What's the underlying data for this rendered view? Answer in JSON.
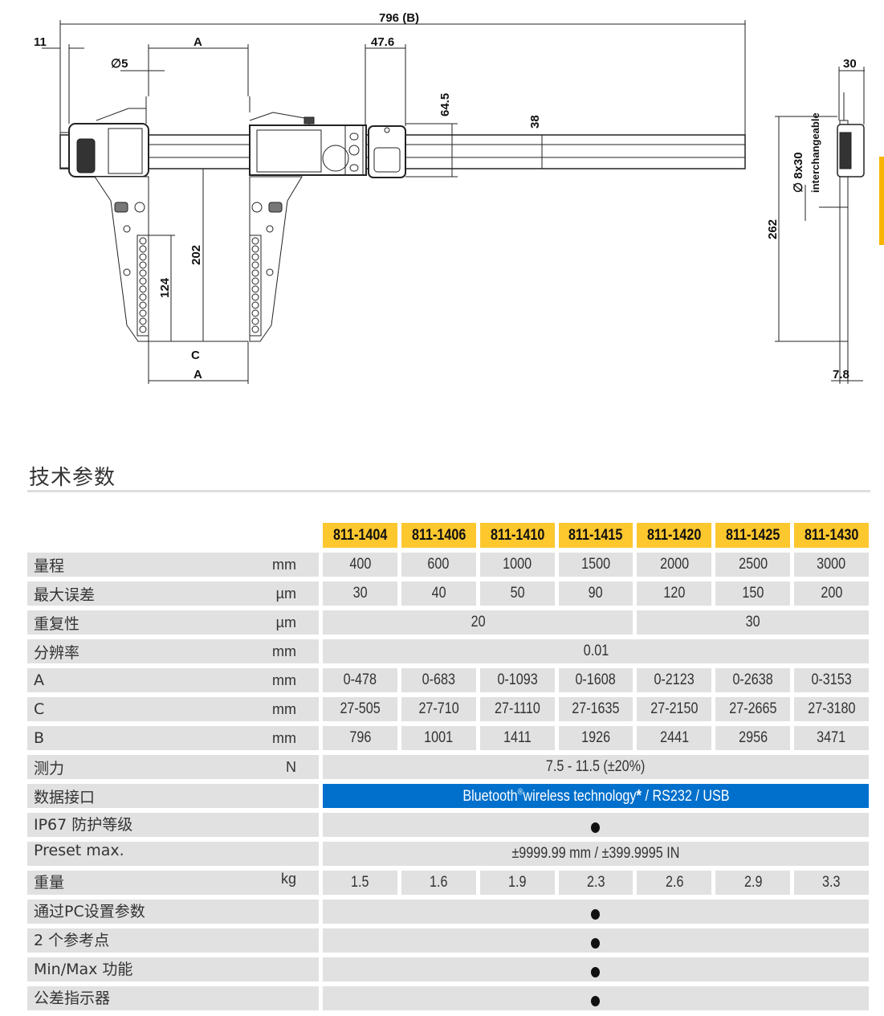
{
  "drawing": {
    "overall_length": "796  (B)",
    "dim_11": "11",
    "dim_A_top": "A",
    "dim_dia5": "∅5",
    "dim_47_6": "47.6",
    "dim_64_5": "64.5",
    "dim_38": "38",
    "dim_202": "202",
    "dim_124": "124",
    "dim_C": "C",
    "dim_A_bottom": "A",
    "dim_30": "30",
    "dim_262": "262",
    "dim_pin": "∅ 8x30",
    "dim_pin_note": "interchangeable",
    "dim_7_8": "7.8"
  },
  "section": {
    "title": "技术参数"
  },
  "table": {
    "models": [
      "811-1404",
      "811-1406",
      "811-1410",
      "811-1415",
      "811-1420",
      "811-1425",
      "811-1430"
    ],
    "rows": [
      {
        "label": "量程",
        "unit": "mm",
        "cells": [
          {
            "v": "400"
          },
          {
            "v": "600"
          },
          {
            "v": "1000"
          },
          {
            "v": "1500"
          },
          {
            "v": "2000"
          },
          {
            "v": "2500"
          },
          {
            "v": "3000"
          }
        ]
      },
      {
        "label": "最大误差",
        "unit": "µm",
        "cells": [
          {
            "v": "30"
          },
          {
            "v": "40"
          },
          {
            "v": "50"
          },
          {
            "v": "90"
          },
          {
            "v": "120"
          },
          {
            "v": "150"
          },
          {
            "v": "200"
          }
        ]
      },
      {
        "label": "重复性",
        "unit": "µm",
        "cells": [
          {
            "v": "20",
            "span": 4
          },
          {
            "v": "30",
            "span": 3
          }
        ]
      },
      {
        "label": "分辨率",
        "unit": "mm",
        "cells": [
          {
            "v": "0.01",
            "span": 7
          }
        ]
      },
      {
        "label": "A",
        "unit": "mm",
        "cells": [
          {
            "v": "0-478"
          },
          {
            "v": "0-683"
          },
          {
            "v": "0-1093"
          },
          {
            "v": "0-1608"
          },
          {
            "v": "0-2123"
          },
          {
            "v": "0-2638"
          },
          {
            "v": "0-3153"
          }
        ]
      },
      {
        "label": "C",
        "unit": "mm",
        "cells": [
          {
            "v": "27-505"
          },
          {
            "v": "27-710"
          },
          {
            "v": "27-1110"
          },
          {
            "v": "27-1635"
          },
          {
            "v": "27-2150"
          },
          {
            "v": "27-2665"
          },
          {
            "v": "27-3180"
          }
        ]
      },
      {
        "label": "B",
        "unit": "mm",
        "cells": [
          {
            "v": "796"
          },
          {
            "v": "1001"
          },
          {
            "v": "1411"
          },
          {
            "v": "1926"
          },
          {
            "v": "2441"
          },
          {
            "v": "2956"
          },
          {
            "v": "3471"
          }
        ]
      },
      {
        "label": "测力",
        "unit": "N",
        "cells": [
          {
            "v": "7.5 - 11.5 (±20%)",
            "span": 7
          }
        ]
      },
      {
        "label": "数据接口",
        "unit": "",
        "interface": true,
        "cells": []
      },
      {
        "label": "IP67 防护等级",
        "unit": "",
        "top": true,
        "cells": [
          {
            "dot": true,
            "span": 7
          }
        ]
      },
      {
        "label": "Preset max.",
        "unit": "",
        "top": true,
        "cells": [
          {
            "v": "±9999.99 mm / ±399.9995 IN",
            "span": 7
          }
        ]
      },
      {
        "label": "重量",
        "unit": "kg",
        "top": true,
        "cells": [
          {
            "v": "1.5"
          },
          {
            "v": "1.6"
          },
          {
            "v": "1.9"
          },
          {
            "v": "2.3"
          },
          {
            "v": "2.6"
          },
          {
            "v": "2.9"
          },
          {
            "v": "3.3"
          }
        ]
      },
      {
        "label": "通过PC设置参数",
        "unit": "",
        "top": true,
        "cells": [
          {
            "dot": true,
            "span": 7
          }
        ]
      },
      {
        "label": "2 个参考点",
        "unit": "",
        "top": true,
        "cells": [
          {
            "dot": true,
            "span": 7
          }
        ]
      },
      {
        "label": "Min/Max 功能",
        "unit": "",
        "top": true,
        "cells": [
          {
            "dot": true,
            "span": 7
          }
        ]
      },
      {
        "label": "公差指示器",
        "unit": "",
        "top": true,
        "cells": [
          {
            "dot": true,
            "span": 7
          }
        ]
      }
    ],
    "interface": {
      "bluetooth": "Bluetooth",
      "reg": "®",
      "wireless": "wireless technology",
      "asterisk": "*",
      "rest": " / RS232 / USB"
    }
  },
  "colors": {
    "accent": "#fdc72e",
    "interface_blue": "#0070cc",
    "row_gray": "#e1e1e1"
  }
}
